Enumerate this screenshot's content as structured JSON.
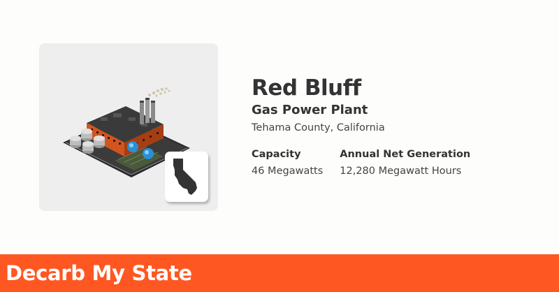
{
  "plant": {
    "name": "Red Bluff",
    "type": "Gas Power Plant",
    "location": "Tehama County, California"
  },
  "stats": {
    "capacity": {
      "label": "Capacity",
      "value": "46 Megawatts"
    },
    "generation": {
      "label": "Annual Net Generation",
      "value": "12,280 Megawatt Hours"
    }
  },
  "footer": {
    "brand": "Decarb My State"
  },
  "icons": {
    "plant": "gas-power-plant-icon",
    "state": "california-state-icon"
  },
  "colors": {
    "accent": "#ff5722",
    "card_bg": "#eeeeee",
    "text": "#333333"
  }
}
